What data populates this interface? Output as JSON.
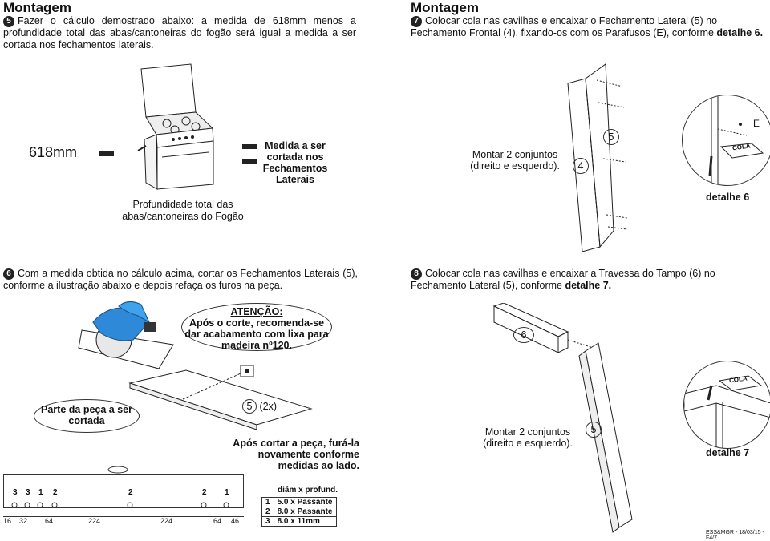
{
  "left_top": {
    "title": "Montagem",
    "step_number": "5",
    "text": "Fazer o cálculo demostrado abaixo: a medida de 618mm menos a profundidade total das abas/cantoneiras do fogão será igual a medida a ser cortada nos fechamentos laterais.",
    "measure": "618mm",
    "result_label": "Medida a ser cortada nos Fechamentos Laterais",
    "stove_caption": "Profundidade total das abas/cantoneiras do Fogão"
  },
  "right_top": {
    "title": "Montagem",
    "step_number": "7",
    "text_a": "Colocar cola nas cavilhas e encaixar o Fechamento Lateral (5) no Fechamento Frontal (4), fixando-os com os Parafusos (E), conforme",
    "text_b": "detalhe 6.",
    "assembly_note": "Montar 2 conjuntos (direito e esquerdo).",
    "part_4": "4",
    "part_5": "5",
    "screw_label": "E",
    "glue_label": "COLA",
    "detail_label": "detalhe 6"
  },
  "left_bottom": {
    "step_number": "6",
    "text": "Com a medida obtida no cálculo acima, cortar os Fechamentos Laterais (5), conforme a ilustração abaixo e depois refaça os furos na peça.",
    "attention_title": "ATENÇÃO:",
    "attention_text": "Após o corte, recomenda-se dar acabamento com lixa para madeira nº120.",
    "cut_part_label": "Parte da peça a ser cortada",
    "part_5": "5",
    "qty": "(2x)",
    "after_cut_text": "Após cortar a peça, furá-la novamente conforme medidas ao lado.",
    "hole_labels": [
      "3",
      "3",
      "1",
      "2",
      "2",
      "2",
      "1"
    ],
    "dimensions": [
      "16",
      "32",
      "64",
      "224",
      "224",
      "64",
      "46"
    ],
    "spec_header": "diâm x profund.",
    "specs": [
      {
        "id": "1",
        "value": "5.0 x Passante"
      },
      {
        "id": "2",
        "value": "8.0 x Passante"
      },
      {
        "id": "3",
        "value": "8.0 x 11mm"
      }
    ]
  },
  "right_bottom": {
    "step_number": "8",
    "text_a": "Colocar cola nas cavilhas e encaixar a Travessa do Tampo (6) no Fechamento Lateral (5), conforme",
    "text_b": "detalhe 7.",
    "part_6": "6",
    "part_5": "5",
    "assembly_note": "Montar 2 conjuntos (direito e esquerdo).",
    "glue_label": "COLA",
    "detail_label": "detalhe 7"
  },
  "footer": "ESS&MGR - 18/03/15 - F4/7"
}
